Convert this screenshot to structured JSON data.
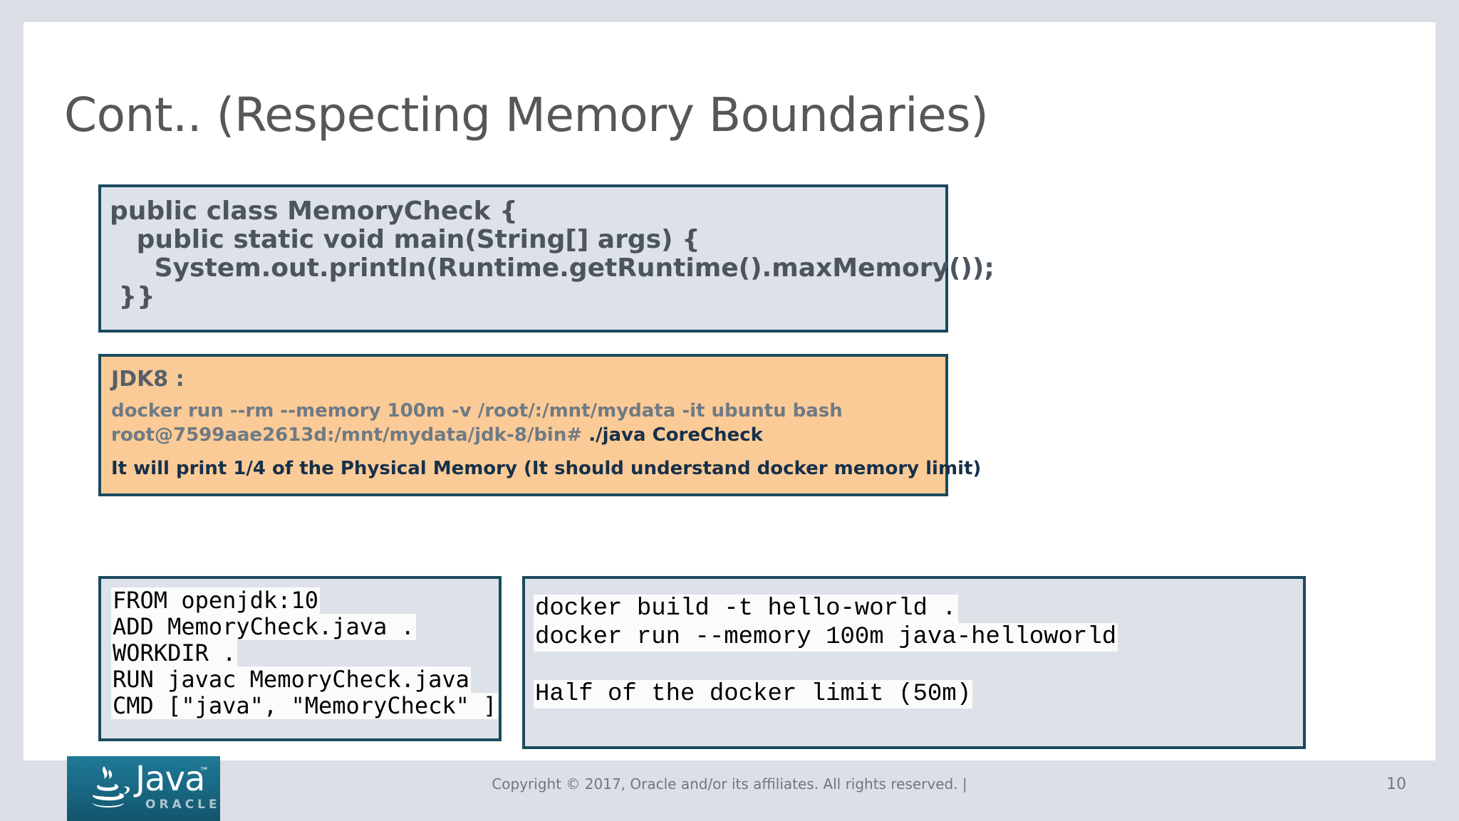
{
  "slide": {
    "title": "Cont.. (Respecting Memory Boundaries)",
    "page_number": "10",
    "copyright": "Copyright © 2017, Oracle and/or its affiliates. All rights reserved.   |",
    "colors": {
      "canvas_background": "#dcdfe6",
      "slide_background": "#ffffff",
      "box_border": "#1b4a5e",
      "code_box_fill": "#dde2e8",
      "jdk_box_fill": "#fbcb97",
      "title_text": "#575757",
      "java_code_text": "#4c545c",
      "jdk_muted_text": "#6f7a84",
      "jdk_emphasis_text": "#16304a",
      "mono_highlight": "#fbfbfb",
      "logo_teal": "#1a6a86"
    }
  },
  "java_code_box": {
    "line1": "public class MemoryCheck {",
    "line2": "   public static void main(String[] args) {",
    "line3": "     System.out.println(Runtime.getRuntime().maxMemory());",
    "line4": " }}"
  },
  "jdk8_box": {
    "heading": "JDK8 :",
    "docker_command": "docker run --rm --memory 100m -v /root/:/mnt/mydata -it ubuntu bash",
    "prompt": "root@7599aae2613d:/mnt/mydata/jdk-8/bin#",
    "prompt_command": " ./java CoreCheck",
    "note": "It will print 1/4 of the Physical Memory (It should understand docker memory limit)"
  },
  "dockerfile_box": {
    "lines": [
      "FROM openjdk:10",
      "ADD MemoryCheck.java .",
      "WORKDIR .",
      "RUN javac MemoryCheck.java",
      "CMD [\"java\", \"MemoryCheck\" ]"
    ]
  },
  "docker_commands_box": {
    "lines": [
      "docker build -t hello-world .",
      "docker run --memory 100m java-helloworld",
      "",
      "Half of the docker limit (50m)"
    ]
  },
  "logo": {
    "wordmark": "Java",
    "trademark": "™",
    "vendor": "ORACLE"
  }
}
